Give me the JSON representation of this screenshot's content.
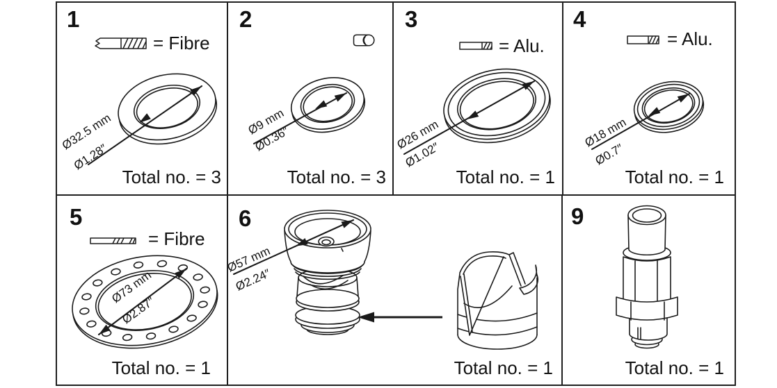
{
  "colors": {
    "ink": "#1a1a1a",
    "background": "#ffffff",
    "border": "#1f1f1f"
  },
  "icons": {
    "p1": "fibre-cross-section-icon",
    "p2": "pin-cylinder-icon",
    "p3": "alu-cross-section-icon",
    "p4": "alu-cross-section-icon",
    "p5": "fibre-gasket-cross-section-icon"
  },
  "panels": {
    "p1": {
      "number": "1",
      "material": "= Fibre",
      "dim_mm": "Ø32.5 mm",
      "dim_inch": "Ø1.28″",
      "total": "Total no. = 3"
    },
    "p2": {
      "number": "2",
      "dim_mm": "Ø9 mm",
      "dim_inch": "Ø0.36″",
      "total": "Total no. = 3"
    },
    "p3": {
      "number": "3",
      "material": "= Alu.",
      "dim_mm": "Ø26 mm",
      "dim_inch": "Ø1.02″",
      "total": "Total no. = 1"
    },
    "p4": {
      "number": "4",
      "material": "= Alu.",
      "dim_mm": "Ø18 mm",
      "dim_inch": "Ø0.7″",
      "total": "Total no. = 1"
    },
    "p5": {
      "number": "5",
      "material": "= Fibre",
      "dim_mm": "Ø73 mm",
      "dim_inch": "Ø2.87″",
      "total": "Total no. = 1"
    },
    "p6": {
      "number": "6",
      "dim_mm": "Ø57 mm",
      "dim_inch": "Ø2.24″",
      "total": "Total no. = 1"
    },
    "p9": {
      "number": "9",
      "total": "Total no. = 1"
    }
  }
}
